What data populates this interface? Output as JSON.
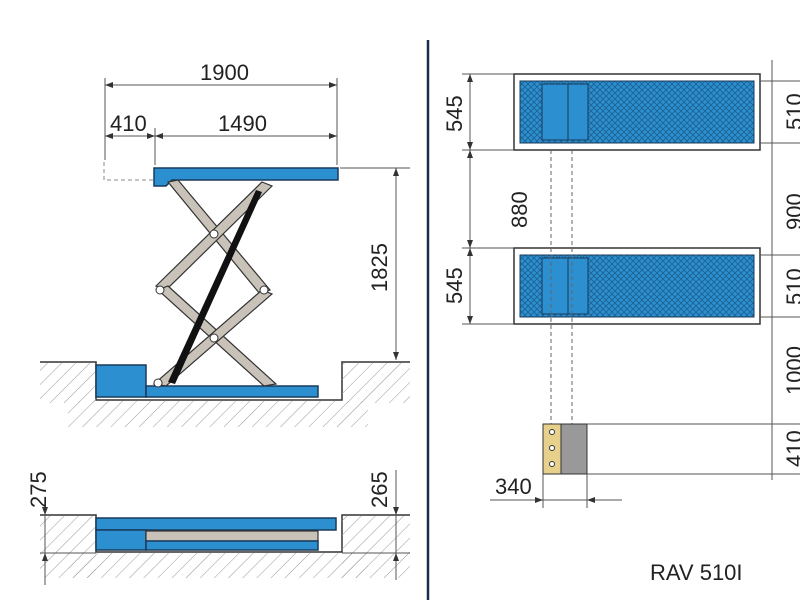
{
  "side_view": {
    "overall_length": "1900",
    "extension": "410",
    "platform_length": "1490",
    "lift_height": "1825"
  },
  "lowered_view": {
    "collapsed_height": "275",
    "pit_depth": "265"
  },
  "top_view": {
    "platform_length_1": "545",
    "platform_width_1": "510",
    "gap_outer": "880",
    "gap_inner": "900",
    "platform_length_2": "545",
    "platform_width_2": "510",
    "control_offset": "1000",
    "control_width": "410",
    "control_depth": "340"
  },
  "model": "RAV 510I",
  "colors": {
    "platform_blue": "#2b8fd0",
    "scissor_gray": "#c8c2b8",
    "divider_navy": "#1a2a4a"
  }
}
